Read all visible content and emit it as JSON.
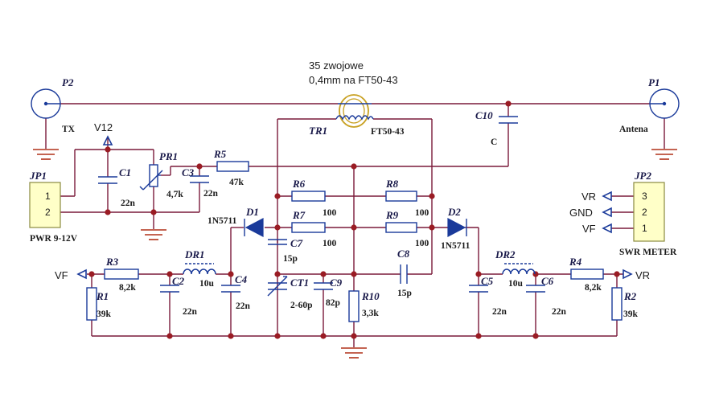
{
  "note": {
    "line1": "35 zwojowe",
    "line2": "0,4mm na FT50-43"
  },
  "parts": {
    "p2": "P2",
    "p1": "P1",
    "tx": "TX",
    "antena": "Antena",
    "tr1": "TR1",
    "tr1_val": "FT50-43",
    "c10": "C10",
    "c10_val": "C",
    "v12": "V12",
    "pr1": "PR1",
    "pr1_val": "4,7k",
    "c1": "C1",
    "c1_val": "22n",
    "c3": "C3",
    "c3_val": "22n",
    "r5": "R5",
    "r5_val": "47k",
    "jp1": "JP1",
    "jp1_pin1": "1",
    "jp1_pin2": "2",
    "jp1_label": "PWR 9-12V",
    "jp2": "JP2",
    "jp2_pin3": "3",
    "jp2_pin2": "2",
    "jp2_pin1": "1",
    "jp2_label": "SWR METER",
    "jp2_vr": "VR",
    "jp2_gnd": "GND",
    "jp2_vf": "VF",
    "r6": "R6",
    "r6_val": "100",
    "r7": "R7",
    "r7_val": "100",
    "r8": "R8",
    "r8_val": "100",
    "r9": "R9",
    "r9_val": "100",
    "d1": "D1",
    "d1_val": "1N5711",
    "d2": "D2",
    "d2_val": "1N5711",
    "c7": "C7",
    "c7_val": "15p",
    "c8": "C8",
    "c8_val": "15p",
    "ct1": "CT1",
    "ct1_val": "2-60p",
    "c9": "C9",
    "c9_val": "82p",
    "r10": "R10",
    "r10_val": "3,3k",
    "vf_left": "VF",
    "vr_right": "VR",
    "r3": "R3",
    "r3_val": "8,2k",
    "r1": "R1",
    "r1_val": "39k",
    "dr1": "DR1",
    "dr1_val": "10u",
    "c2": "C2",
    "c2_val": "22n",
    "c4": "C4",
    "c4_val": "22n",
    "dr2": "DR2",
    "dr2_val": "10u",
    "c5": "C5",
    "c5_val": "22n",
    "c6": "C6",
    "c6_val": "22n",
    "r4": "R4",
    "r4_val": "8,2k",
    "r2": "R2",
    "r2_val": "39k"
  }
}
